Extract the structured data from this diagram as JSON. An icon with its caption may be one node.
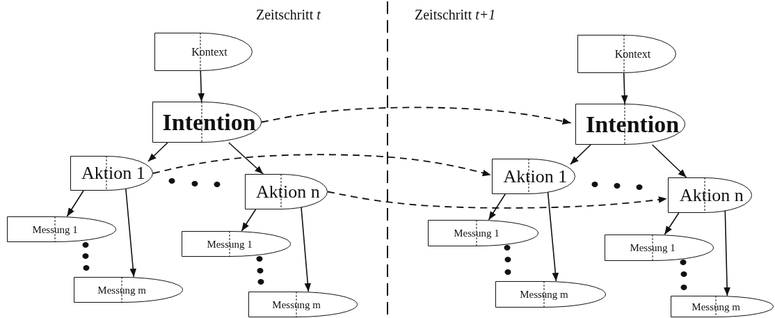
{
  "diagram": {
    "nodes": [
      {
        "text": [
          "Kontext"
        ]
      },
      {
        "text": [
          "Intention"
        ]
      },
      {
        "text": [
          "Aktion 1"
        ]
      },
      {
        "text": [
          "Aktion n"
        ]
      },
      {
        "text": [
          "Messung 1"
        ]
      },
      {
        "text": [
          "Messung m"
        ]
      },
      {
        "text": [
          "Messung 1"
        ]
      },
      {
        "text": [
          "Messung m"
        ]
      },
      {
        "text": [
          "Kontext"
        ]
      },
      {
        "text": [
          "Intention"
        ]
      },
      {
        "text": [
          "Aktion 1"
        ]
      },
      {
        "text": [
          "Aktion n"
        ]
      },
      {
        "text": [
          "Messung 1"
        ]
      },
      {
        "text": [
          "Messung m"
        ]
      },
      {
        "text": [
          "Messung 1"
        ]
      },
      {
        "text": [
          "Messung m"
        ]
      }
    ],
    "edges": [
      {
        "from": 0,
        "to": 1,
        "arrow": "to"
      },
      {
        "from": 1,
        "to": 2,
        "arrow": "to"
      },
      {
        "from": 1,
        "to": 3,
        "arrow": "to"
      },
      {
        "from": 2,
        "to": 4,
        "arrow": "to"
      },
      {
        "from": 2,
        "to": 5,
        "arrow": "to"
      },
      {
        "from": 3,
        "to": 6,
        "arrow": "to"
      },
      {
        "from": 3,
        "to": 7,
        "arrow": "to"
      },
      {
        "from": 8,
        "to": 9,
        "arrow": "to"
      },
      {
        "from": 9,
        "to": 10,
        "arrow": "to"
      },
      {
        "from": 9,
        "to": 11,
        "arrow": "to"
      },
      {
        "from": 10,
        "to": 12,
        "arrow": "to"
      },
      {
        "from": 10,
        "to": 13,
        "arrow": "to"
      },
      {
        "from": 11,
        "to": 14,
        "arrow": "to"
      },
      {
        "from": 11,
        "to": 15,
        "arrow": "to"
      },
      {
        "from": 1,
        "to": 9,
        "arrow": "to",
        "style": "dashed"
      },
      {
        "from": 2,
        "to": 10,
        "arrow": "to",
        "style": "dashed"
      },
      {
        "from": 3,
        "to": 11,
        "arrow": "to",
        "style": "dashed"
      }
    ],
    "labels": [
      "Zeitschritt *t*",
      "Zeitschritt *t+1*"
    ]
  }
}
